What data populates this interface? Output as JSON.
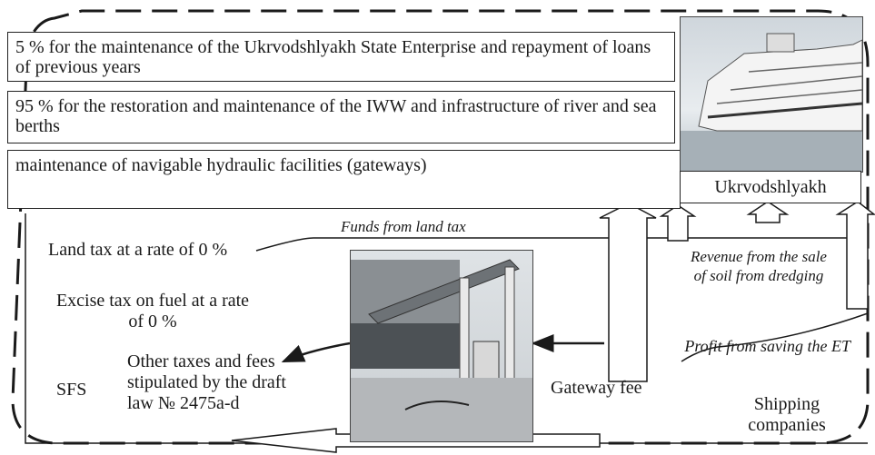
{
  "boxes": {
    "maintenance_5": "5 % for the maintenance of the Ukrvodshlyakh State Enterprise and repayment of loans of previous years",
    "restoration_95": "95 % for the restoration and maintenance of the IWW and infrastructure of river and sea berths",
    "gateways": "maintenance of navigable hydraulic facilities (gateways)",
    "ukrvodshlyakh": "Ukrvodshlyakh"
  },
  "labels": {
    "funds_land_tax": "Funds from land tax",
    "land_tax": "Land tax at a rate of 0 %",
    "excise_tax": "Excise tax on fuel at a rate of 0 %",
    "other_taxes": "Other taxes and fees stipulated by the draft law № 2475a-d",
    "sfs": "SFS",
    "gateway_fee": "Gateway fee",
    "revenue_soil": "Revenue from the sale of soil from dredging",
    "profit_et": "Profit from saving the ET",
    "shipping": "Shipping companies"
  },
  "colors": {
    "line": "#1a1a1a",
    "bg": "#ffffff"
  }
}
